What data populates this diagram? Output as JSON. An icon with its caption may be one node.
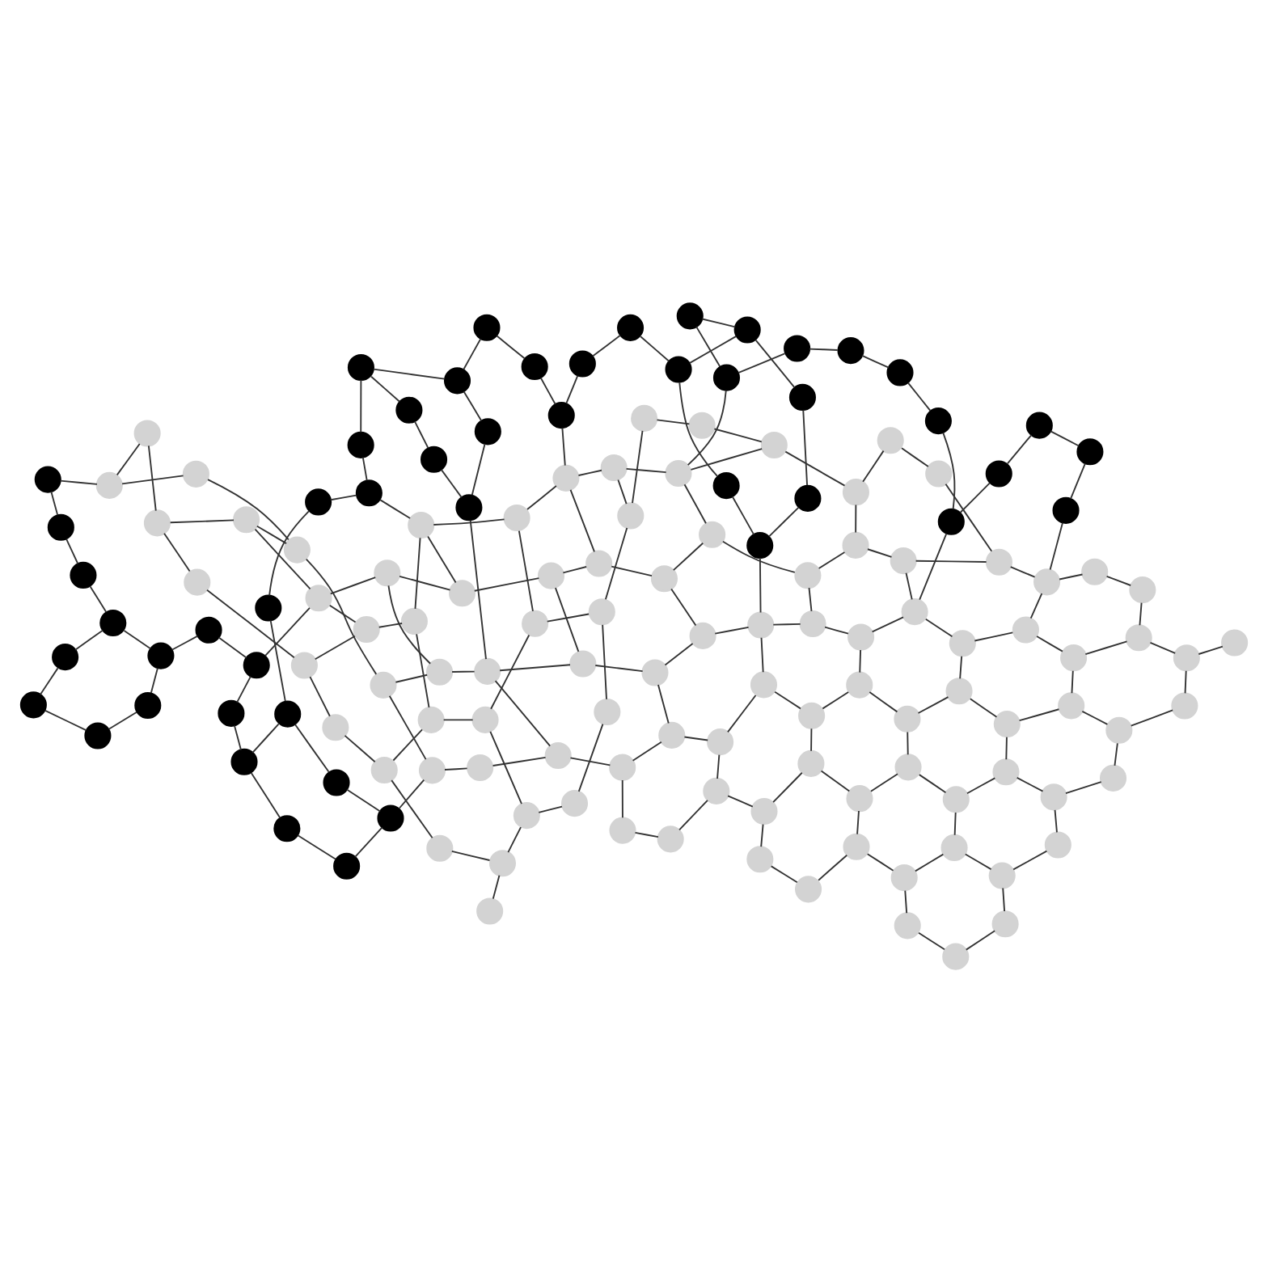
{
  "diagram": {
    "nodes": [
      {
        "text": [],
        "shape": "circle"
      },
      {
        "text": [],
        "shape": "circle"
      },
      {
        "text": [],
        "shape": "circle"
      },
      {
        "text": [],
        "shape": "circle"
      },
      {
        "text": [],
        "shape": "circle"
      },
      {
        "text": [],
        "shape": "circle"
      },
      {
        "text": [],
        "shape": "circle"
      },
      {
        "text": [],
        "shape": "circle"
      },
      {
        "text": [],
        "shape": "circle"
      },
      {
        "text": [],
        "shape": "circle"
      },
      {
        "text": [],
        "shape": "circle"
      },
      {
        "text": [],
        "shape": "circle"
      },
      {
        "text": [],
        "shape": "circle"
      },
      {
        "text": [],
        "shape": "circle"
      },
      {
        "text": [],
        "shape": "circle"
      },
      {
        "text": [],
        "shape": "circle"
      },
      {
        "text": [],
        "shape": "circle"
      },
      {
        "text": [],
        "shape": "circle"
      },
      {
        "text": [],
        "shape": "circle"
      },
      {
        "text": [],
        "shape": "circle"
      },
      {
        "text": [],
        "shape": "circle"
      },
      {
        "text": [],
        "shape": "circle"
      },
      {
        "text": [],
        "shape": "circle"
      },
      {
        "text": [],
        "shape": "circle"
      },
      {
        "text": [],
        "shape": "circle"
      },
      {
        "text": [],
        "shape": "circle"
      },
      {
        "text": [],
        "shape": "circle"
      },
      {
        "text": [],
        "shape": "circle"
      },
      {
        "text": [],
        "shape": "circle"
      },
      {
        "text": [],
        "shape": "circle"
      },
      {
        "text": [],
        "shape": "circle"
      },
      {
        "text": [],
        "shape": "circle"
      },
      {
        "text": [],
        "shape": "circle"
      },
      {
        "text": [],
        "shape": "circle"
      },
      {
        "text": [],
        "shape": "circle"
      },
      {
        "text": [],
        "shape": "circle"
      },
      {
        "text": [],
        "shape": "circle"
      },
      {
        "text": [],
        "shape": "circle"
      },
      {
        "text": [],
        "shape": "circle"
      },
      {
        "text": [],
        "shape": "circle"
      },
      {
        "text": [],
        "shape": "circle"
      },
      {
        "text": [],
        "shape": "circle"
      },
      {
        "text": [],
        "shape": "circle"
      },
      {
        "text": [],
        "shape": "circle"
      },
      {
        "text": [],
        "shape": "circle"
      },
      {
        "text": [],
        "shape": "circle"
      },
      {
        "text": [],
        "shape": "circle"
      },
      {
        "text": [],
        "shape": "circle"
      },
      {
        "text": [],
        "shape": "circle"
      },
      {
        "text": [],
        "shape": "circle"
      },
      {
        "text": [],
        "shape": "circle"
      },
      {
        "text": [],
        "shape": "circle"
      },
      {
        "text": [],
        "shape": "circle"
      },
      {
        "text": [],
        "shape": "circle"
      },
      {
        "text": [],
        "shape": "circle"
      },
      {
        "text": [],
        "shape": "circle"
      },
      {
        "text": [],
        "shape": "circle"
      },
      {
        "text": [],
        "shape": "circle"
      },
      {
        "text": [],
        "shape": "circle"
      },
      {
        "text": [],
        "shape": "circle"
      },
      {
        "text": [],
        "shape": "circle"
      },
      {
        "text": [],
        "shape": "circle"
      },
      {
        "text": [],
        "shape": "circle"
      },
      {
        "text": [],
        "shape": "circle"
      },
      {
        "text": [],
        "shape": "circle"
      },
      {
        "text": [],
        "shape": "circle"
      },
      {
        "text": [],
        "shape": "circle"
      },
      {
        "text": [],
        "shape": "circle"
      },
      {
        "text": [],
        "shape": "circle"
      },
      {
        "text": [],
        "shape": "circle"
      },
      {
        "text": [],
        "shape": "circle"
      },
      {
        "text": [],
        "shape": "circle"
      },
      {
        "text": [],
        "shape": "circle"
      },
      {
        "text": [],
        "shape": "circle"
      },
      {
        "text": [],
        "shape": "circle"
      },
      {
        "text": [],
        "shape": "circle"
      },
      {
        "text": [],
        "shape": "circle"
      },
      {
        "text": [],
        "shape": "circle"
      },
      {
        "text": [],
        "shape": "circle"
      },
      {
        "text": [],
        "shape": "circle"
      },
      {
        "text": [],
        "shape": "circle"
      },
      {
        "text": [],
        "shape": "circle"
      },
      {
        "text": [],
        "shape": "circle"
      },
      {
        "text": [],
        "shape": "circle"
      },
      {
        "text": [],
        "shape": "circle"
      },
      {
        "text": [],
        "shape": "circle"
      },
      {
        "text": [],
        "shape": "circle"
      },
      {
        "text": [],
        "shape": "circle"
      },
      {
        "text": [],
        "shape": "circle"
      },
      {
        "text": [],
        "shape": "circle"
      },
      {
        "text": [],
        "shape": "circle"
      },
      {
        "text": [],
        "shape": "circle"
      },
      {
        "text": [],
        "shape": "circle"
      },
      {
        "text": [],
        "shape": "circle"
      },
      {
        "text": [],
        "shape": "circle"
      },
      {
        "text": [],
        "shape": "circle"
      },
      {
        "text": [],
        "shape": "circle"
      },
      {
        "text": [],
        "shape": "circle"
      },
      {
        "text": [],
        "shape": "circle"
      },
      {
        "text": [],
        "shape": "circle"
      },
      {
        "text": [],
        "shape": "circle"
      },
      {
        "text": [],
        "shape": "circle"
      },
      {
        "text": [],
        "shape": "circle"
      },
      {
        "text": [],
        "shape": "circle"
      },
      {
        "text": [],
        "shape": "circle"
      },
      {
        "text": [],
        "shape": "circle"
      },
      {
        "text": [],
        "shape": "circle"
      },
      {
        "text": [],
        "shape": "circle"
      },
      {
        "text": [],
        "shape": "circle"
      },
      {
        "text": [],
        "shape": "circle"
      },
      {
        "text": [],
        "shape": "circle"
      },
      {
        "text": [],
        "shape": "circle"
      },
      {
        "text": [],
        "shape": "circle"
      },
      {
        "text": [],
        "shape": "circle"
      },
      {
        "text": [],
        "shape": "circle"
      },
      {
        "text": [],
        "shape": "circle"
      },
      {
        "text": [],
        "shape": "circle"
      },
      {
        "text": [],
        "shape": "circle"
      },
      {
        "text": [],
        "shape": "circle"
      },
      {
        "text": [],
        "shape": "circle"
      },
      {
        "text": [],
        "shape": "circle"
      },
      {
        "text": [],
        "shape": "circle"
      },
      {
        "text": [],
        "shape": "circle"
      },
      {
        "text": [],
        "shape": "circle"
      },
      {
        "text": [],
        "shape": "circle"
      },
      {
        "text": [],
        "shape": "circle"
      },
      {
        "text": [],
        "shape": "circle"
      },
      {
        "text": [],
        "shape": "circle"
      },
      {
        "text": [],
        "shape": "circle"
      },
      {
        "text": [],
        "shape": "circle"
      },
      {
        "text": [],
        "shape": "circle"
      },
      {
        "text": [],
        "shape": "circle"
      },
      {
        "text": [],
        "shape": "circle"
      },
      {
        "text": [],
        "shape": "circle"
      },
      {
        "text": [],
        "shape": "circle"
      },
      {
        "text": [],
        "shape": "circle"
      },
      {
        "text": [],
        "shape": "circle"
      },
      {
        "text": [],
        "shape": "circle"
      },
      {
        "text": [],
        "shape": "circle"
      },
      {
        "text": [],
        "shape": "circle"
      },
      {
        "text": [],
        "shape": "circle"
      },
      {
        "text": [],
        "shape": "circle"
      },
      {
        "text": [],
        "shape": "circle"
      },
      {
        "text": [],
        "shape": "circle"
      },
      {
        "text": [],
        "shape": "circle"
      },
      {
        "text": [],
        "shape": "circle"
      },
      {
        "text": [],
        "shape": "circle"
      },
      {
        "text": [],
        "shape": "circle"
      },
      {
        "text": [],
        "shape": "circle"
      },
      {
        "text": [],
        "shape": "circle"
      }
    ],
    "edges": [
      {
        "from": 0,
        "to": 1,
        "arrow": "none"
      },
      {
        "from": 1,
        "to": 2,
        "arrow": "none"
      },
      {
        "from": 2,
        "to": 3,
        "arrow": "none"
      },
      {
        "from": 3,
        "to": 4,
        "arrow": "none"
      },
      {
        "from": 4,
        "to": 5,
        "arrow": "none"
      },
      {
        "from": 5,
        "to": 6,
        "arrow": "none"
      },
      {
        "from": 6,
        "to": 7,
        "arrow": "none"
      },
      {
        "from": 7,
        "to": 8,
        "arrow": "none"
      },
      {
        "from": 8,
        "to": 9,
        "arrow": "none"
      },
      {
        "from": 9,
        "to": 10,
        "arrow": "none"
      },
      {
        "from": 10,
        "to": 11,
        "arrow": "none"
      },
      {
        "from": 11,
        "to": 12,
        "arrow": "none"
      },
      {
        "from": 12,
        "to": 13,
        "arrow": "none"
      },
      {
        "from": 13,
        "to": 14,
        "arrow": "none"
      },
      {
        "from": 14,
        "to": 15,
        "arrow": "none"
      },
      {
        "from": 15,
        "to": 16,
        "arrow": "none"
      },
      {
        "from": 16,
        "to": 17,
        "arrow": "none"
      },
      {
        "from": 17,
        "to": 18,
        "arrow": "none"
      },
      {
        "from": 18,
        "to": 19,
        "arrow": "none"
      },
      {
        "from": 19,
        "to": 20,
        "arrow": "none"
      },
      {
        "from": 20,
        "to": 21,
        "arrow": "none"
      },
      {
        "from": 21,
        "to": 22,
        "arrow": "none"
      },
      {
        "from": 22,
        "to": 23,
        "arrow": "none"
      },
      {
        "from": 23,
        "to": 24,
        "arrow": "none"
      },
      {
        "from": 24,
        "to": 25,
        "arrow": "none"
      },
      {
        "from": 25,
        "to": 26,
        "arrow": "none"
      },
      {
        "from": 26,
        "to": 27,
        "arrow": "none"
      },
      {
        "from": 27,
        "to": 28,
        "arrow": "none"
      },
      {
        "from": 28,
        "to": 29,
        "arrow": "none"
      },
      {
        "from": 29,
        "to": 30,
        "arrow": "none"
      },
      {
        "from": 30,
        "to": 31,
        "arrow": "none"
      },
      {
        "from": 31,
        "to": 32,
        "arrow": "none"
      },
      {
        "from": 32,
        "to": 33,
        "arrow": "none"
      },
      {
        "from": 33,
        "to": 34,
        "arrow": "none"
      },
      {
        "from": 34,
        "to": 35,
        "arrow": "none"
      },
      {
        "from": 35,
        "to": 36,
        "arrow": "none"
      },
      {
        "from": 36,
        "to": 37,
        "arrow": "none"
      },
      {
        "from": 37,
        "to": 38,
        "arrow": "none"
      },
      {
        "from": 38,
        "to": 39,
        "arrow": "none"
      },
      {
        "from": 39,
        "to": 40,
        "arrow": "none"
      },
      {
        "from": 40,
        "to": 41,
        "arrow": "none"
      },
      {
        "from": 41,
        "to": 42,
        "arrow": "none"
      },
      {
        "from": 42,
        "to": 43,
        "arrow": "none"
      },
      {
        "from": 43,
        "to": 44,
        "arrow": "none"
      },
      {
        "from": 44,
        "to": 45,
        "arrow": "none"
      },
      {
        "from": 45,
        "to": 46,
        "arrow": "none"
      },
      {
        "from": 46,
        "to": 47,
        "arrow": "none"
      },
      {
        "from": 47,
        "to": 48,
        "arrow": "none"
      },
      {
        "from": 48,
        "to": 49,
        "arrow": "none"
      },
      {
        "from": 3,
        "to": 8,
        "arrow": "none"
      },
      {
        "from": 12,
        "to": 17,
        "arrow": "none"
      },
      {
        "from": 22,
        "to": 27,
        "arrow": "none"
      },
      {
        "from": 33,
        "to": 38,
        "arrow": "none"
      },
      {
        "from": 50,
        "to": 51,
        "arrow": "none"
      },
      {
        "from": 51,
        "to": 52,
        "arrow": "none"
      },
      {
        "from": 52,
        "to": 53,
        "arrow": "none"
      },
      {
        "from": 53,
        "to": 54,
        "arrow": "none"
      },
      {
        "from": 54,
        "to": 55,
        "arrow": "none"
      },
      {
        "from": 55,
        "to": 56,
        "arrow": "none"
      },
      {
        "from": 56,
        "to": 57,
        "arrow": "none"
      },
      {
        "from": 57,
        "to": 58,
        "arrow": "none"
      },
      {
        "from": 58,
        "to": 59,
        "arrow": "none"
      },
      {
        "from": 60,
        "to": 61,
        "arrow": "none"
      },
      {
        "from": 61,
        "to": 62,
        "arrow": "none"
      },
      {
        "from": 62,
        "to": 63,
        "arrow": "none"
      },
      {
        "from": 63,
        "to": 64,
        "arrow": "none"
      },
      {
        "from": 64,
        "to": 65,
        "arrow": "none"
      },
      {
        "from": 65,
        "to": 66,
        "arrow": "none"
      },
      {
        "from": 66,
        "to": 67,
        "arrow": "none"
      },
      {
        "from": 67,
        "to": 68,
        "arrow": "none"
      },
      {
        "from": 68,
        "to": 69,
        "arrow": "none"
      },
      {
        "from": 70,
        "to": 71,
        "arrow": "none"
      },
      {
        "from": 71,
        "to": 72,
        "arrow": "none"
      },
      {
        "from": 72,
        "to": 73,
        "arrow": "none"
      },
      {
        "from": 73,
        "to": 74,
        "arrow": "none"
      },
      {
        "from": 74,
        "to": 75,
        "arrow": "none"
      },
      {
        "from": 75,
        "to": 76,
        "arrow": "none"
      },
      {
        "from": 76,
        "to": 77,
        "arrow": "none"
      },
      {
        "from": 77,
        "to": 78,
        "arrow": "none"
      },
      {
        "from": 78,
        "to": 79,
        "arrow": "none"
      },
      {
        "from": 80,
        "to": 81,
        "arrow": "none"
      },
      {
        "from": 81,
        "to": 82,
        "arrow": "none"
      },
      {
        "from": 82,
        "to": 83,
        "arrow": "none"
      },
      {
        "from": 83,
        "to": 84,
        "arrow": "none"
      },
      {
        "from": 84,
        "to": 85,
        "arrow": "none"
      },
      {
        "from": 85,
        "to": 86,
        "arrow": "none"
      },
      {
        "from": 86,
        "to": 87,
        "arrow": "none"
      },
      {
        "from": 87,
        "to": 88,
        "arrow": "none"
      },
      {
        "from": 88,
        "to": 89,
        "arrow": "none"
      },
      {
        "from": 90,
        "to": 91,
        "arrow": "none"
      },
      {
        "from": 91,
        "to": 92,
        "arrow": "none"
      },
      {
        "from": 92,
        "to": 93,
        "arrow": "none"
      },
      {
        "from": 93,
        "to": 94,
        "arrow": "none"
      },
      {
        "from": 94,
        "to": 95,
        "arrow": "none"
      },
      {
        "from": 95,
        "to": 96,
        "arrow": "none"
      },
      {
        "from": 96,
        "to": 97,
        "arrow": "none"
      },
      {
        "from": 97,
        "to": 98,
        "arrow": "none"
      },
      {
        "from": 98,
        "to": 99,
        "arrow": "none"
      },
      {
        "from": 100,
        "to": 101,
        "arrow": "none"
      },
      {
        "from": 101,
        "to": 102,
        "arrow": "none"
      },
      {
        "from": 102,
        "to": 103,
        "arrow": "none"
      },
      {
        "from": 103,
        "to": 104,
        "arrow": "none"
      },
      {
        "from": 104,
        "to": 105,
        "arrow": "none"
      },
      {
        "from": 105,
        "to": 106,
        "arrow": "none"
      },
      {
        "from": 106,
        "to": 107,
        "arrow": "none"
      },
      {
        "from": 107,
        "to": 108,
        "arrow": "none"
      },
      {
        "from": 108,
        "to": 109,
        "arrow": "none"
      },
      {
        "from": 110,
        "to": 111,
        "arrow": "none"
      },
      {
        "from": 111,
        "to": 112,
        "arrow": "none"
      },
      {
        "from": 112,
        "to": 113,
        "arrow": "none"
      },
      {
        "from": 113,
        "to": 114,
        "arrow": "none"
      },
      {
        "from": 114,
        "to": 115,
        "arrow": "none"
      },
      {
        "from": 115,
        "to": 116,
        "arrow": "none"
      },
      {
        "from": 116,
        "to": 117,
        "arrow": "none"
      },
      {
        "from": 117,
        "to": 118,
        "arrow": "none"
      },
      {
        "from": 118,
        "to": 119,
        "arrow": "none"
      },
      {
        "from": 120,
        "to": 121,
        "arrow": "none"
      },
      {
        "from": 121,
        "to": 122,
        "arrow": "none"
      },
      {
        "from": 122,
        "to": 123,
        "arrow": "none"
      },
      {
        "from": 123,
        "to": 124,
        "arrow": "none"
      },
      {
        "from": 124,
        "to": 125,
        "arrow": "none"
      },
      {
        "from": 125,
        "to": 126,
        "arrow": "none"
      },
      {
        "from": 126,
        "to": 127,
        "arrow": "none"
      },
      {
        "from": 127,
        "to": 128,
        "arrow": "none"
      },
      {
        "from": 128,
        "to": 129,
        "arrow": "none"
      },
      {
        "from": 130,
        "to": 131,
        "arrow": "none"
      },
      {
        "from": 131,
        "to": 132,
        "arrow": "none"
      },
      {
        "from": 132,
        "to": 133,
        "arrow": "none"
      },
      {
        "from": 133,
        "to": 134,
        "arrow": "none"
      },
      {
        "from": 134,
        "to": 135,
        "arrow": "none"
      },
      {
        "from": 135,
        "to": 136,
        "arrow": "none"
      },
      {
        "from": 136,
        "to": 137,
        "arrow": "none"
      },
      {
        "from": 137,
        "to": 138,
        "arrow": "none"
      },
      {
        "from": 138,
        "to": 139,
        "arrow": "none"
      },
      {
        "from": 140,
        "to": 141,
        "arrow": "none"
      },
      {
        "from": 141,
        "to": 142,
        "arrow": "none"
      },
      {
        "from": 142,
        "to": 143,
        "arrow": "none"
      },
      {
        "from": 143,
        "to": 144,
        "arrow": "none"
      },
      {
        "from": 144,
        "to": 145,
        "arrow": "none"
      },
      {
        "from": 145,
        "to": 146,
        "arrow": "none"
      },
      {
        "from": 146,
        "to": 147,
        "arrow": "none"
      },
      {
        "from": 147,
        "to": 148,
        "arrow": "none"
      },
      {
        "from": 148,
        "to": 149,
        "arrow": "none"
      },
      {
        "from": 50,
        "to": 60,
        "arrow": "none"
      },
      {
        "from": 52,
        "to": 62,
        "arrow": "none"
      },
      {
        "from": 54,
        "to": 64,
        "arrow": "none"
      },
      {
        "from": 56,
        "to": 66,
        "arrow": "none"
      },
      {
        "from": 58,
        "to": 68,
        "arrow": "none"
      },
      {
        "from": 61,
        "to": 71,
        "arrow": "none"
      },
      {
        "from": 63,
        "to": 73,
        "arrow": "none"
      },
      {
        "from": 65,
        "to": 75,
        "arrow": "none"
      },
      {
        "from": 67,
        "to": 77,
        "arrow": "none"
      },
      {
        "from": 69,
        "to": 79,
        "arrow": "none"
      },
      {
        "from": 70,
        "to": 80,
        "arrow": "none"
      },
      {
        "from": 72,
        "to": 82,
        "arrow": "none"
      },
      {
        "from": 74,
        "to": 84,
        "arrow": "none"
      },
      {
        "from": 76,
        "to": 86,
        "arrow": "none"
      },
      {
        "from": 78,
        "to": 88,
        "arrow": "none"
      },
      {
        "from": 81,
        "to": 91,
        "arrow": "none"
      },
      {
        "from": 83,
        "to": 93,
        "arrow": "none"
      },
      {
        "from": 85,
        "to": 95,
        "arrow": "none"
      },
      {
        "from": 87,
        "to": 97,
        "arrow": "none"
      },
      {
        "from": 89,
        "to": 99,
        "arrow": "none"
      },
      {
        "from": 90,
        "to": 100,
        "arrow": "none"
      },
      {
        "from": 92,
        "to": 102,
        "arrow": "none"
      },
      {
        "from": 94,
        "to": 104,
        "arrow": "none"
      },
      {
        "from": 96,
        "to": 106,
        "arrow": "none"
      },
      {
        "from": 98,
        "to": 108,
        "arrow": "none"
      },
      {
        "from": 101,
        "to": 111,
        "arrow": "none"
      },
      {
        "from": 103,
        "to": 113,
        "arrow": "none"
      },
      {
        "from": 105,
        "to": 115,
        "arrow": "none"
      },
      {
        "from": 107,
        "to": 117,
        "arrow": "none"
      },
      {
        "from": 109,
        "to": 119,
        "arrow": "none"
      },
      {
        "from": 110,
        "to": 120,
        "arrow": "none"
      },
      {
        "from": 112,
        "to": 122,
        "arrow": "none"
      },
      {
        "from": 114,
        "to": 124,
        "arrow": "none"
      },
      {
        "from": 116,
        "to": 126,
        "arrow": "none"
      },
      {
        "from": 118,
        "to": 128,
        "arrow": "none"
      },
      {
        "from": 121,
        "to": 131,
        "arrow": "none"
      },
      {
        "from": 123,
        "to": 133,
        "arrow": "none"
      },
      {
        "from": 125,
        "to": 135,
        "arrow": "none"
      },
      {
        "from": 127,
        "to": 137,
        "arrow": "none"
      },
      {
        "from": 129,
        "to": 139,
        "arrow": "none"
      },
      {
        "from": 130,
        "to": 140,
        "arrow": "none"
      },
      {
        "from": 132,
        "to": 142,
        "arrow": "none"
      },
      {
        "from": 134,
        "to": 144,
        "arrow": "none"
      },
      {
        "from": 136,
        "to": 146,
        "arrow": "none"
      },
      {
        "from": 138,
        "to": 148,
        "arrow": "none"
      },
      {
        "from": 0,
        "to": 50,
        "arrow": "none"
      },
      {
        "from": 10,
        "to": 63,
        "arrow": "none"
      },
      {
        "from": 20,
        "to": 75,
        "arrow": "none"
      },
      {
        "from": 30,
        "to": 86,
        "arrow": "none"
      },
      {
        "from": 40,
        "to": 97,
        "arrow": "none"
      },
      {
        "from": 49,
        "to": 128,
        "arrow": "none"
      },
      {
        "from": 15,
        "to": 70,
        "arrow": "none"
      },
      {
        "from": 25,
        "to": 82,
        "arrow": "none"
      },
      {
        "from": 35,
        "to": 104,
        "arrow": "none"
      },
      {
        "from": 45,
        "to": 116,
        "arrow": "none"
      }
    ]
  }
}
